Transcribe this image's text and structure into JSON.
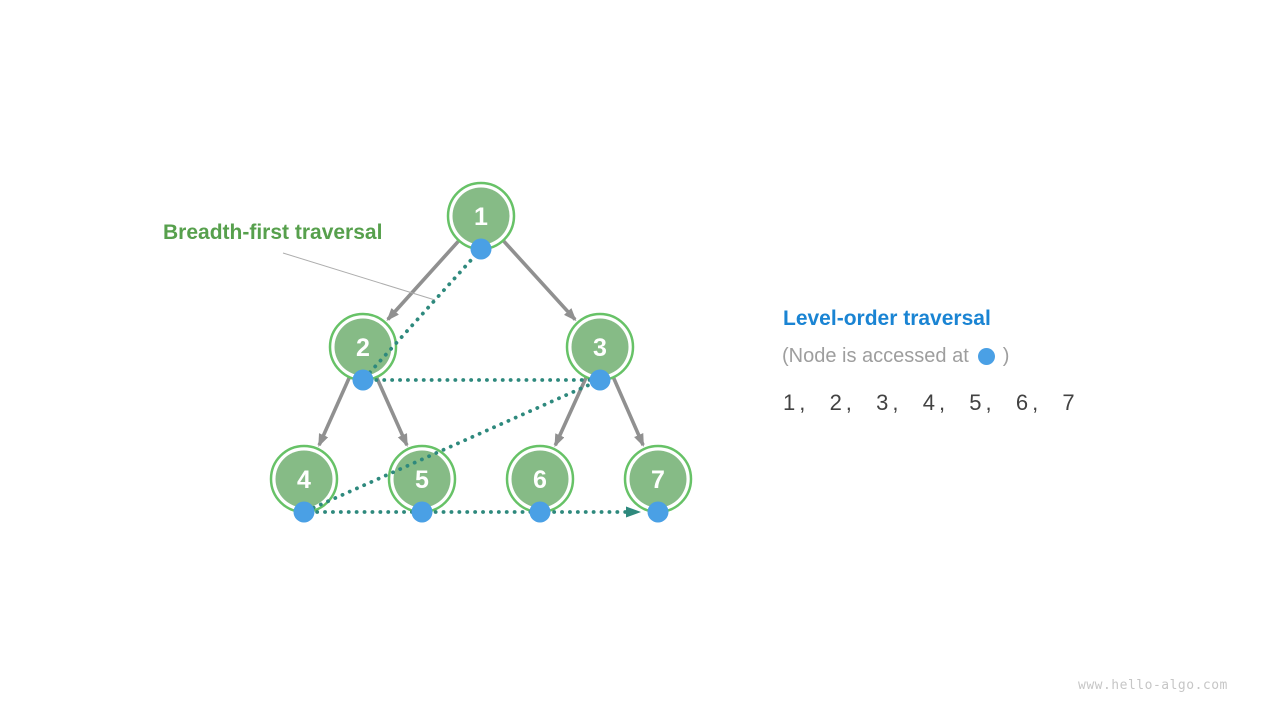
{
  "diagram": {
    "label": "Breadth-first traversal",
    "nodes": [
      {
        "value": "1"
      },
      {
        "value": "2"
      },
      {
        "value": "3"
      },
      {
        "value": "4"
      },
      {
        "value": "5"
      },
      {
        "value": "6"
      },
      {
        "value": "7"
      }
    ],
    "tree": {
      "edges": [
        [
          1,
          2
        ],
        [
          1,
          3
        ],
        [
          2,
          4
        ],
        [
          2,
          5
        ],
        [
          3,
          6
        ],
        [
          3,
          7
        ]
      ],
      "traversal_order": [
        1,
        2,
        3,
        4,
        5,
        6,
        7
      ]
    }
  },
  "legend": {
    "title": "Level-order traversal",
    "note_prefix": "(Node is accessed at",
    "note_suffix": ")",
    "sequence": "1,  2,  3,  4,  5,  6,  7"
  },
  "footer": {
    "watermark": "www.hello-algo.com"
  },
  "colors": {
    "node_fill": "#86BB86",
    "node_ring": "#67C267",
    "node_text": "#FFFFFF",
    "tree_edge": "#909090",
    "traversal_dotted": "#2E897D",
    "access_dot": "#4AA0E5",
    "label_green": "#57A04D",
    "title_blue": "#1A84D3",
    "note_gray": "#9E9E9E",
    "sequence_text": "#424242",
    "watermark": "#C6C6C6",
    "background": "#FFFFFF"
  }
}
